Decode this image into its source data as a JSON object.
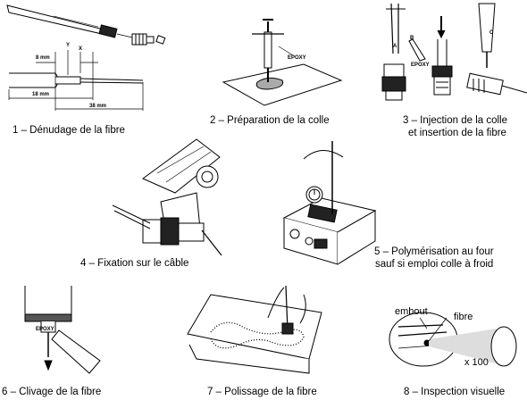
{
  "steps": [
    {
      "caption": "1 – Dénudage de la fibre",
      "dims": {
        "y": "Y",
        "x": "X",
        "d8": "8 mm",
        "d18": "18 mm",
        "d38": "38 mm"
      }
    },
    {
      "caption": "2 – Préparation de la colle",
      "tag": "EPOXY"
    },
    {
      "caption_l1": "3 – Injection de la colle",
      "caption_l2": "et insertion de la fibre",
      "tags": {
        "a": "A",
        "b": "B",
        "c": "C",
        "epoxy": "EPOXY"
      }
    },
    {
      "caption": "4 – Fixation sur le câble"
    },
    {
      "caption_l1": "5 – Polymérisation au four",
      "caption_l2": "sauf si emploi colle à froid"
    },
    {
      "caption": "6 – Clivage de la fibre",
      "tag": "EPOXY"
    },
    {
      "caption": "7 – Polissage de la fibre"
    },
    {
      "caption": "8 – Inspection visuelle",
      "labels": {
        "embout": "embout",
        "fibre": "fibre",
        "zoom": "x 100"
      }
    }
  ]
}
